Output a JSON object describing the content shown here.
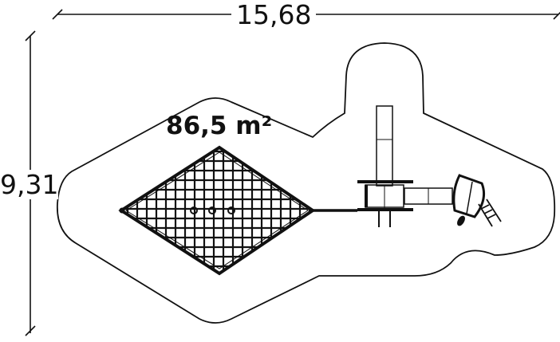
{
  "dimensions": {
    "width": "15,68",
    "height": "9,31"
  },
  "area": "86,5 m²",
  "colors": {
    "line": "#111111",
    "background": "#ffffff"
  }
}
